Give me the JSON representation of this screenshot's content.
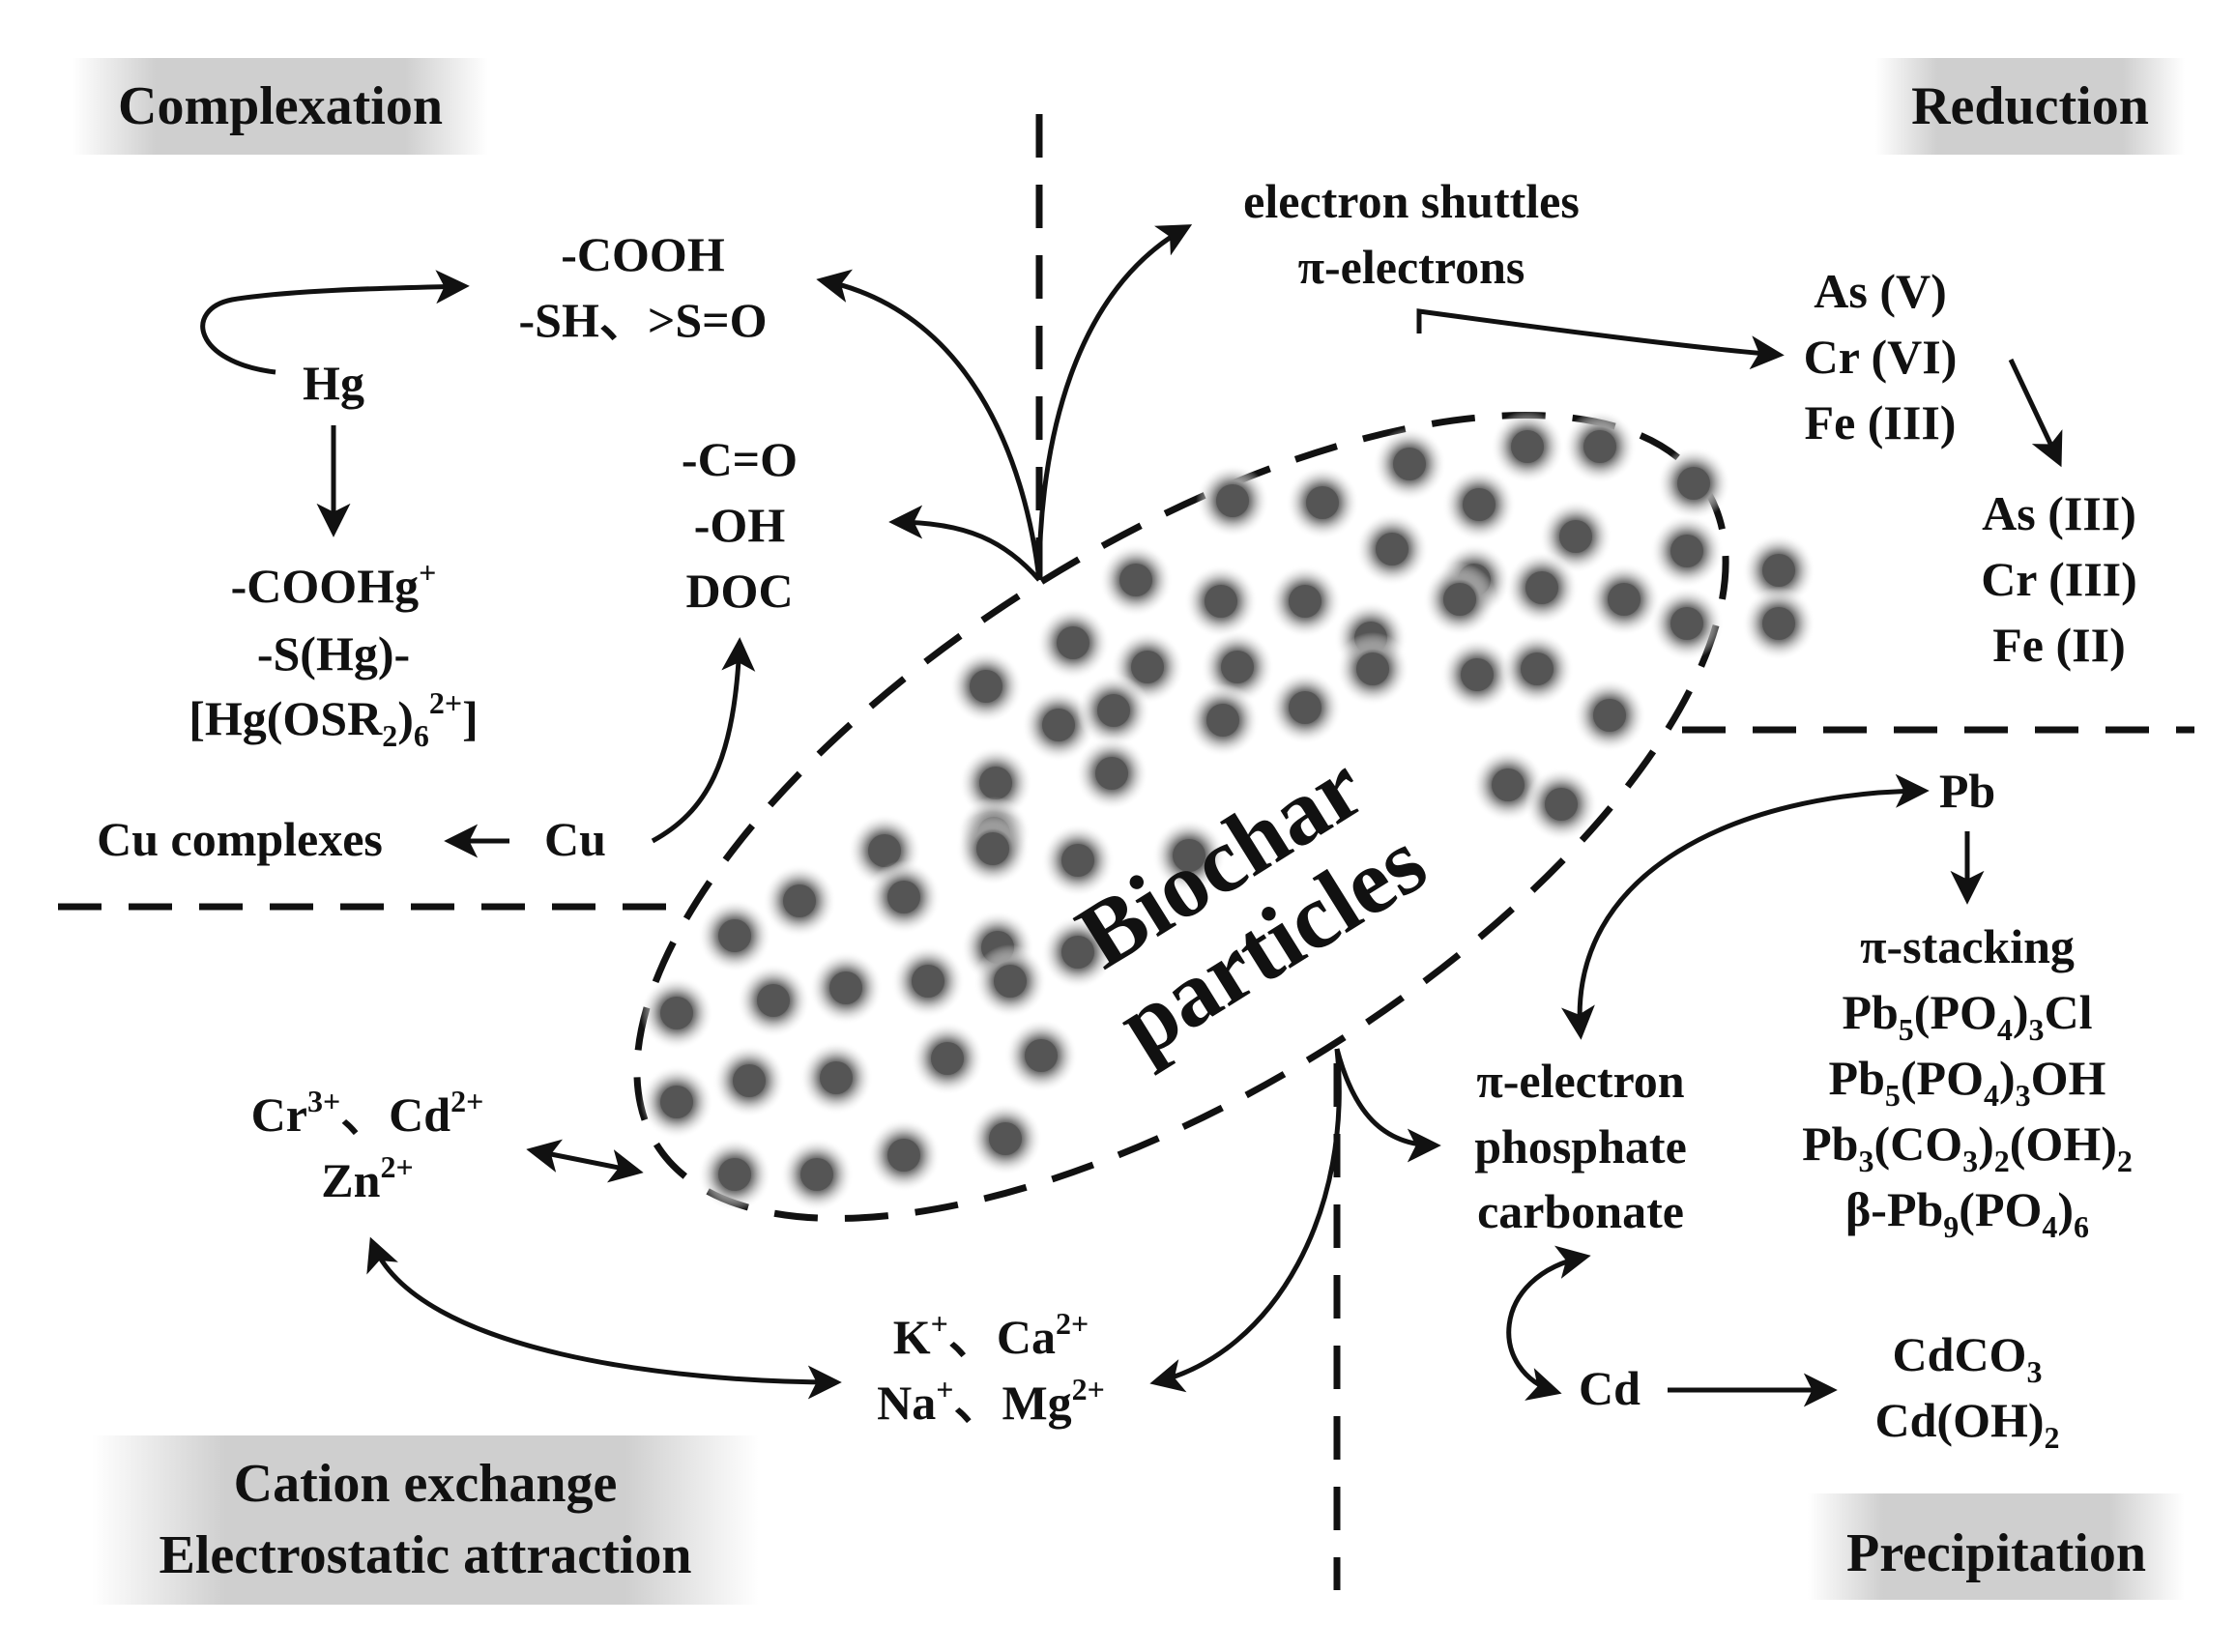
{
  "colors": {
    "line": "#111111",
    "particle": "#555555",
    "label_shade": "#c9c9c9"
  },
  "quadrants": {
    "complexation": "Complexation",
    "reduction": "Reduction",
    "cation_exchange": [
      "Cation exchange",
      "Electrostatic attraction"
    ],
    "precipitation": "Precipitation"
  },
  "center": {
    "line1": "Biochar",
    "line2": "particles"
  },
  "complexation": {
    "cooh": "-COOH",
    "sh_so": "-SH、>S=O",
    "hg": "Hg",
    "hg_products": [
      "-COOHg",
      "-S(Hg)-",
      "[Hg(OSR",
      "]"
    ],
    "hg_sup1": "+",
    "hg_sub": "2",
    "hg_sub6": "6",
    "hg_sup2": "2+",
    "oxy_groups": [
      "-C=O",
      "-OH",
      "DOC"
    ],
    "cu": "Cu",
    "cu_complexes": "Cu complexes"
  },
  "reduction": {
    "shuttles": [
      "electron shuttles",
      "π-electrons"
    ],
    "oxidized": [
      "As (V)",
      "Cr (VI)",
      "Fe (III)"
    ],
    "reduced": [
      "As (III)",
      "Cr (III)",
      "Fe (II)"
    ]
  },
  "cation": {
    "metals_a": "Cr",
    "metals_a_sup": "3+",
    "metals_sep": "、Cd",
    "metals_b_sup": "2+",
    "zn": "Zn",
    "zn_sup": "2+",
    "k": "K",
    "k_sup": "+",
    "ca": "、Ca",
    "ca_sup": "2+",
    "na": "Na",
    "na_sup": "+",
    "mg": "、Mg",
    "mg_sup": "2+"
  },
  "precipitation": {
    "pb": "Pb",
    "pb_products_line1": "π-stacking",
    "pb_line2": [
      "Pb",
      "5",
      "(PO",
      "4",
      ")",
      "3",
      "Cl"
    ],
    "pb_line3": [
      "Pb",
      "5",
      "(PO",
      "4",
      ")",
      "3",
      "OH"
    ],
    "pb_line4": [
      "Pb",
      "3",
      "(CO",
      "3",
      ")",
      "2",
      "(OH)",
      "2"
    ],
    "pb_line5": [
      "β-Pb",
      "9",
      "(PO",
      "4",
      ")",
      "6"
    ],
    "mechanisms": [
      "π-electron",
      "phosphate",
      "carbonate"
    ],
    "cd": "Cd",
    "cd_products": [
      "CdCO",
      "3",
      "Cd(OH)",
      "2"
    ]
  }
}
